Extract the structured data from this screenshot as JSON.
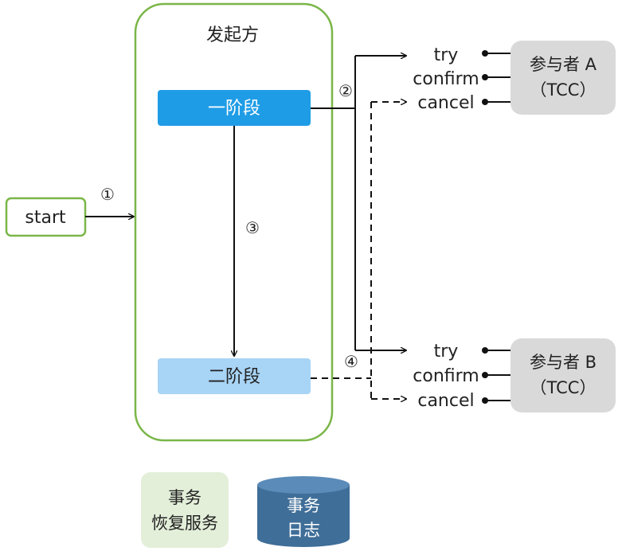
{
  "start": {
    "label": "start"
  },
  "initiator": {
    "title": "发起方",
    "phase1_label": "一阶段",
    "phase2_label": "二阶段"
  },
  "steps": {
    "step1": "①",
    "step2": "②",
    "step3": "③",
    "step4": "④"
  },
  "participants": [
    {
      "name_line1": "参与者 A",
      "name_line2": "（TCC）",
      "ops": {
        "try": "try",
        "confirm": "confirm",
        "cancel": "cancel"
      }
    },
    {
      "name_line1": "参与者 B",
      "name_line2": "（TCC）",
      "ops": {
        "try": "try",
        "confirm": "confirm",
        "cancel": "cancel"
      }
    }
  ],
  "recovery_service": {
    "line1": "事务",
    "line2": "恢复服务"
  },
  "transaction_log": {
    "line1": "事务",
    "line2": "日志"
  },
  "colors": {
    "green_border": "#7ab648",
    "phase1_fill": "#1f9ce6",
    "phase2_fill": "#a8d4f5",
    "participant_fill": "#d9d9d9",
    "recovery_fill": "#e3efd9",
    "log_fill": "#3f6e98",
    "log_top": "#5b8bb8",
    "line": "#111111"
  }
}
